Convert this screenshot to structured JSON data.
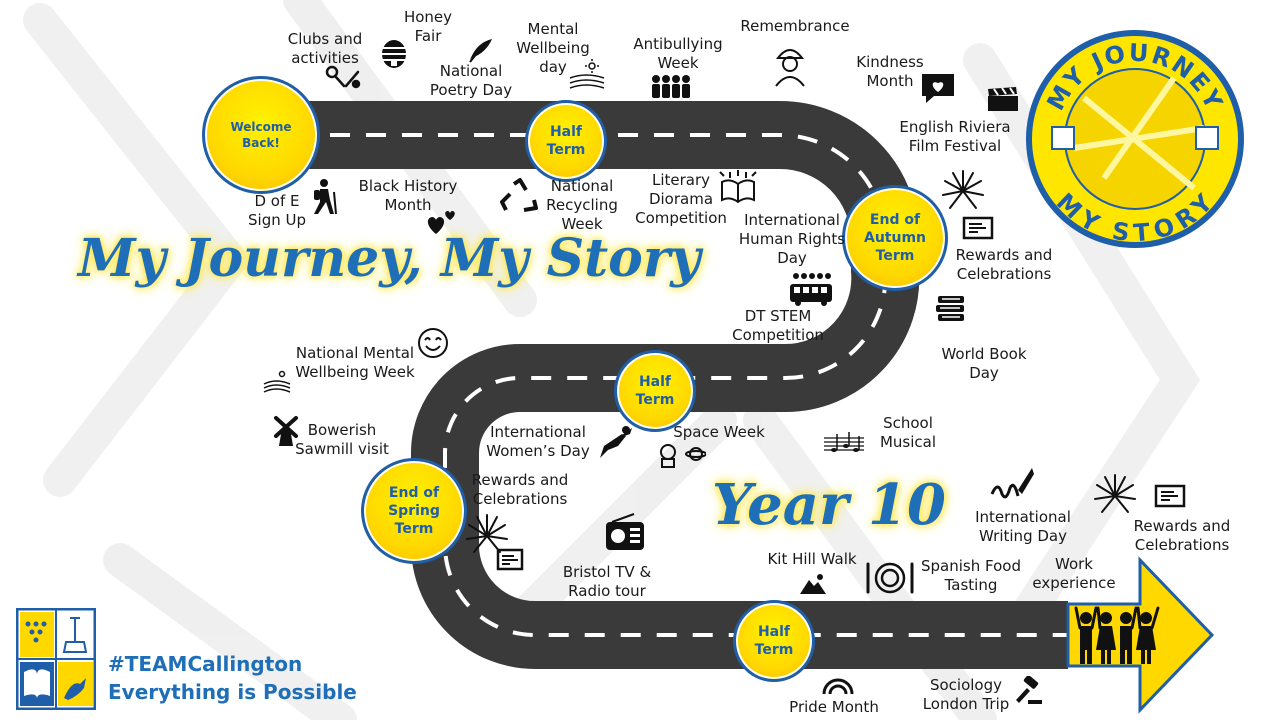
{
  "header": {
    "title": "My Journey, My Story",
    "year": "Year 10"
  },
  "footer": {
    "hashtag": "#TEAMCallington",
    "motto": "Everything is Possible"
  },
  "badge": {
    "top_text": "MY JOURNEY",
    "bottom_text": "MY STORY"
  },
  "colors": {
    "accent": "#1f6fb8",
    "milestone": "#ffd800",
    "road": "#3a3a3a"
  },
  "milestones": {
    "welcome": "Welcome\nBack!",
    "half1": "Half\nTerm",
    "autumn": "End of\nAutumn\nTerm",
    "half2": "Half\nTerm",
    "spring": "End of\nSpring\nTerm",
    "half3": "Half\nTerm"
  },
  "events": {
    "clubs": "Clubs and\nactivities",
    "honey": "Honey\nFair",
    "poetry": "National\nPoetry Day",
    "mental_wb": "Mental\nWellbeing\nday",
    "antibullying": "Antibullying\nWeek",
    "remembrance": "Remembrance",
    "kindness": "Kindness\nMonth",
    "film": "English Riviera\nFilm Festival",
    "dofe": "D of E\nSign Up",
    "black_history": "Black History\nMonth",
    "recycling": "National\nRecycling\nWeek",
    "diorama": "Literary\nDiorama\nCompetition",
    "human_rights": "International\nHuman Rights\nDay",
    "rewards1": "Rewards and\nCelebrations",
    "dt_stem": "DT STEM\nCompetition",
    "world_book": "World Book\nDay",
    "nat_mental": "National Mental\nWellbeing Week",
    "sawmill": "Bowerish\nSawmill visit",
    "womens_day": "International\nWomen’s Day",
    "space_week": "Space Week",
    "musical": "School\nMusical",
    "rewards2": "Rewards and\nCelebrations",
    "bristol": "Bristol TV &\nRadio tour",
    "writing": "International\nWriting Day",
    "rewards3": "Rewards and\nCelebrations",
    "kit_hill": "Kit Hill Walk",
    "spanish": "Spanish Food\nTasting",
    "work_exp": "Work\nexperience",
    "pride": "Pride Month",
    "sociology": "Sociology\nLondon Trip"
  },
  "icons": {
    "clubs": "sports-rackets-icon",
    "honey": "beehive-icon",
    "poetry": "quill-icon",
    "mental_wb": "field-sun-icon",
    "antibullying": "group-people-icon",
    "remembrance": "soldier-icon",
    "kindness": "heart-chat-icon",
    "film": "clapperboard-icon",
    "dofe": "hiker-icon",
    "black_history": "hearts-icon",
    "recycling": "recycle-icon",
    "diorama": "open-book-icon",
    "fireworks": "fireworks-icon",
    "certificate": "certificate-icon",
    "dt_stem": "bus-icon",
    "world_book": "book-stack-icon",
    "nat_mental": "smiley-face-icon",
    "sawmill": "windmill-icon",
    "womens_day": "superhero-icon",
    "space_week": "astronaut-planet-icon",
    "musical": "music-notes-icon",
    "bristol": "radio-icon",
    "writing": "signature-pen-icon",
    "kit_hill": "mountain-icon",
    "spanish": "plate-cutlery-icon",
    "work_exp": "workers-icon",
    "pride": "rainbow-icon",
    "sociology": "gavel-icon"
  }
}
